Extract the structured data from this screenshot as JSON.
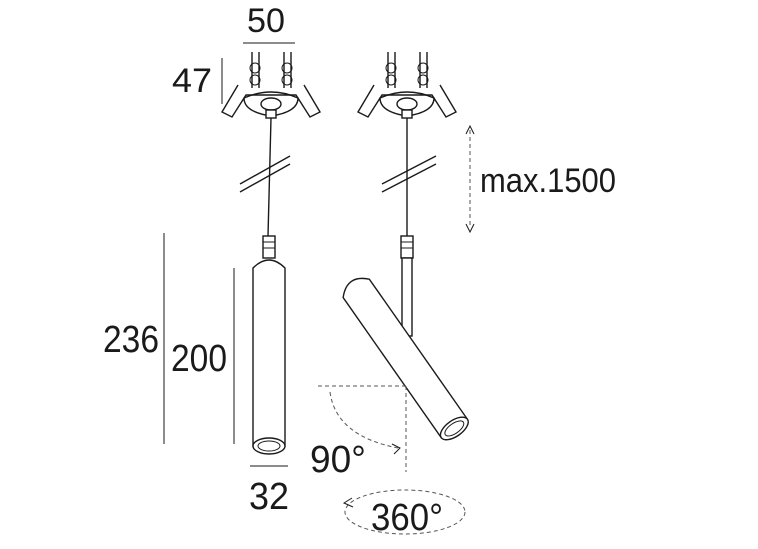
{
  "dimensions": {
    "width_top": "50",
    "height_top": "47",
    "suspension": "max.1500",
    "total_height": "236",
    "body_height": "200",
    "diameter": "32",
    "tilt_angle": "90°",
    "rotation_angle": "360°"
  }
}
